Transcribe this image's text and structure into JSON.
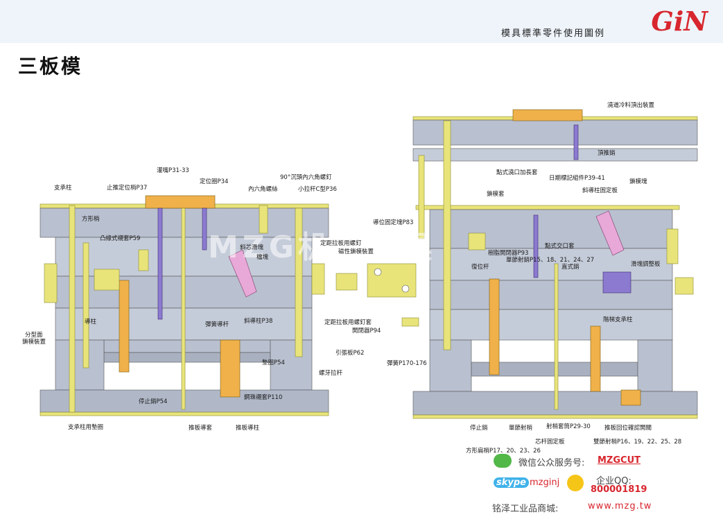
{
  "header": {
    "subtitle": "模具標準零件使用圖例",
    "logo": "GiN"
  },
  "page_title": "三板模",
  "watermark": "MZG机械工具",
  "left_labels": {
    "l1": "支承柱",
    "l2": "止推定位梢P37",
    "l3": "灌嘴P31-33",
    "l4": "定位圈P34",
    "l5": "內六角螺絲",
    "l6": "90°沉頭內六角螺釘",
    "l7": "小拉杆C型P36",
    "l8": "方形梢",
    "l9": "凸緣式襯套P59",
    "l10": "斜芯滑塊",
    "l11": "檔塊",
    "l12": "定距拉板用螺釘",
    "l13": "磁性鎖模裝置",
    "l14": "導柱",
    "l15": "分型面",
    "l16": "鎖模裝置",
    "l17": "彈簧導杆",
    "l18": "斜導柱P38",
    "l19": "定距拉板用螺釘套",
    "l20": "開閉器P94",
    "l21": "引張板P62",
    "l22": "墊圈P54",
    "l23": "螺牙拉杆",
    "l24": "停止銷P54",
    "l25": "鋼珠襯套P110",
    "l26": "支承柱用墊圈",
    "l27": "推板導套",
    "l28": "推板導柱"
  },
  "right_labels": {
    "r1": "澆道冷料頂出裝置",
    "r2": "頂推銷",
    "r3": "點式澆口加長套",
    "r4": "日期標記組件P39-41",
    "r5": "鎖模套",
    "r6": "斜導柱固定板",
    "r7": "鎖模塊",
    "r8": "導位固定塊P83",
    "r9": "樹脂開閉器P93",
    "r10": "點式交口套",
    "r11": "單節射銷P15、18、21、24、27",
    "r12": "直式銷",
    "r13": "復位杆",
    "r14": "滑塊調整板",
    "r15": "階梯支承柱",
    "r16": "彈簧P170-176",
    "r17": "停止銷",
    "r18": "單節射梢",
    "r19": "射梢套筒P29-30",
    "r20": "推板回位確認開關",
    "r21": "方形扁梢P17、20、23、26",
    "r22": "芯杆固定板",
    "r23": "雙節射梢P16、19、22、25、28"
  },
  "footer": {
    "wechat": "微信公众服务号:",
    "wechat_id": "MZGCUT",
    "skype": "skype",
    "skype_id": "mzginj",
    "qq": "企业QQ:",
    "qq_id": "800001819",
    "shop": "铭泽工业品商城:",
    "url": "www.mzg.tw"
  },
  "colors": {
    "plate": "#b9c0cf",
    "plate_dark": "#8f97a8",
    "yellow": "#e9e47a",
    "orange": "#f0b14a",
    "purple": "#8c7ad0",
    "pink": "#e8a9d8"
  }
}
